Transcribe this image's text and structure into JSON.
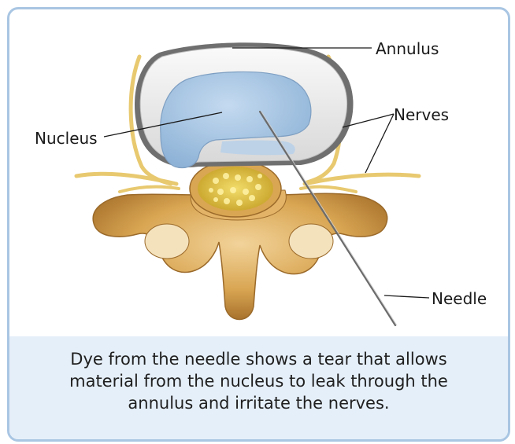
{
  "labels": {
    "annulus": "Annulus",
    "nerves": "Nerves",
    "nucleus": "Nucleus",
    "needle": "Needle"
  },
  "caption": "Dye from the needle shows a tear that allows material from the nucleus to leak through the annulus and irritate the nerves.",
  "colors": {
    "border": "#a9c6e3",
    "caption_bg": "#e5eff9",
    "nucleus": "#9ebfde",
    "annulus": "#f2f2f2",
    "bone": "#d9a653",
    "nerve": "#e8c970"
  }
}
